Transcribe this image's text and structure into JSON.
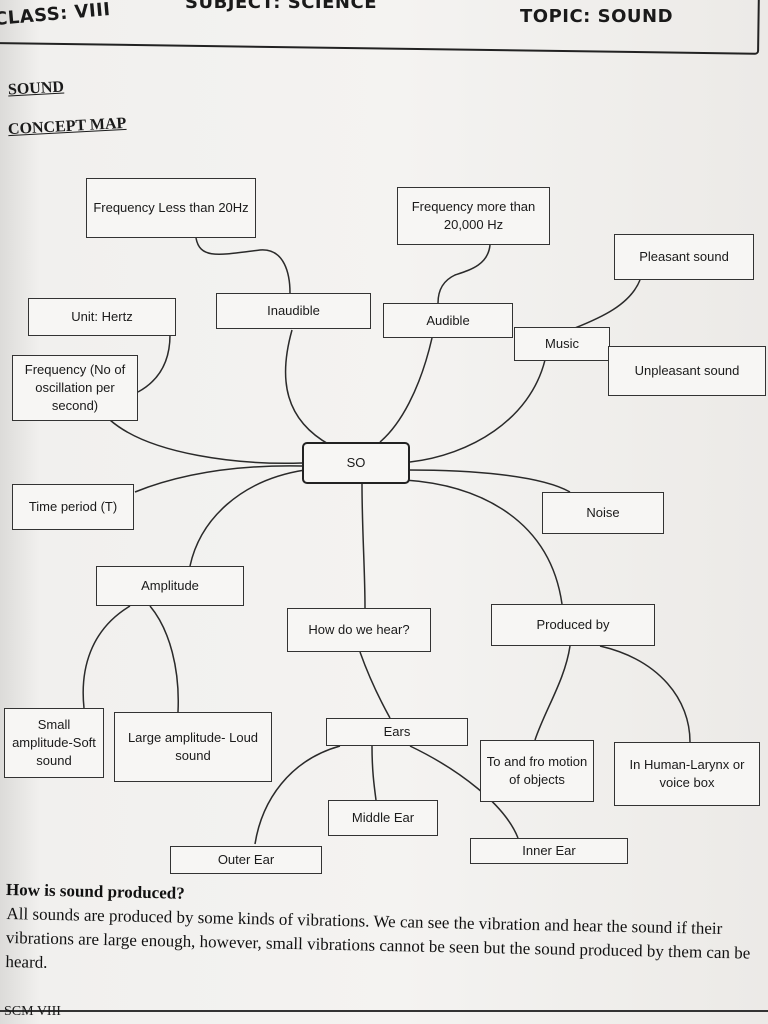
{
  "header": {
    "class": "CLASS: VIII",
    "subject": "SUBJECT: SCIENCE",
    "topic": "TOPIC: SOUND"
  },
  "section_title": "SOUND",
  "map_title": "CONCEPT MAP",
  "nodes": {
    "freq_low": "Frequency Less than 20Hz",
    "freq_high": "Frequency more than 20,000 Hz",
    "pleasant": "Pleasant sound",
    "inaudible": "Inaudible",
    "audible": "Audible",
    "music": "Music",
    "unpleasant": "Unpleasant sound",
    "unit": "Unit: Hertz",
    "frequency": "Frequency (No of oscillation per second)",
    "center": "SO",
    "time_period": "Time period (T)",
    "noise": "Noise",
    "amplitude": "Amplitude",
    "how_hear": "How do we hear?",
    "produced_by": "Produced by",
    "small_amp": "Small amplitude-Soft sound",
    "large_amp": "Large amplitude- Loud sound",
    "ears": "Ears",
    "to_fro": "To and fro motion of objects",
    "larynx": "In Human-Larynx or voice box",
    "middle_ear": "Middle Ear",
    "inner_ear": "Inner Ear",
    "outer_ear": "Outer Ear"
  },
  "question": {
    "heading": "How is sound produced?",
    "body": "All sounds are produced by some kinds of vibrations. We can see the vibration and hear the sound if their vibrations are large enough, however, small vibrations cannot be seen but the sound produced by them can be heard."
  },
  "footer": "SCM VIII"
}
